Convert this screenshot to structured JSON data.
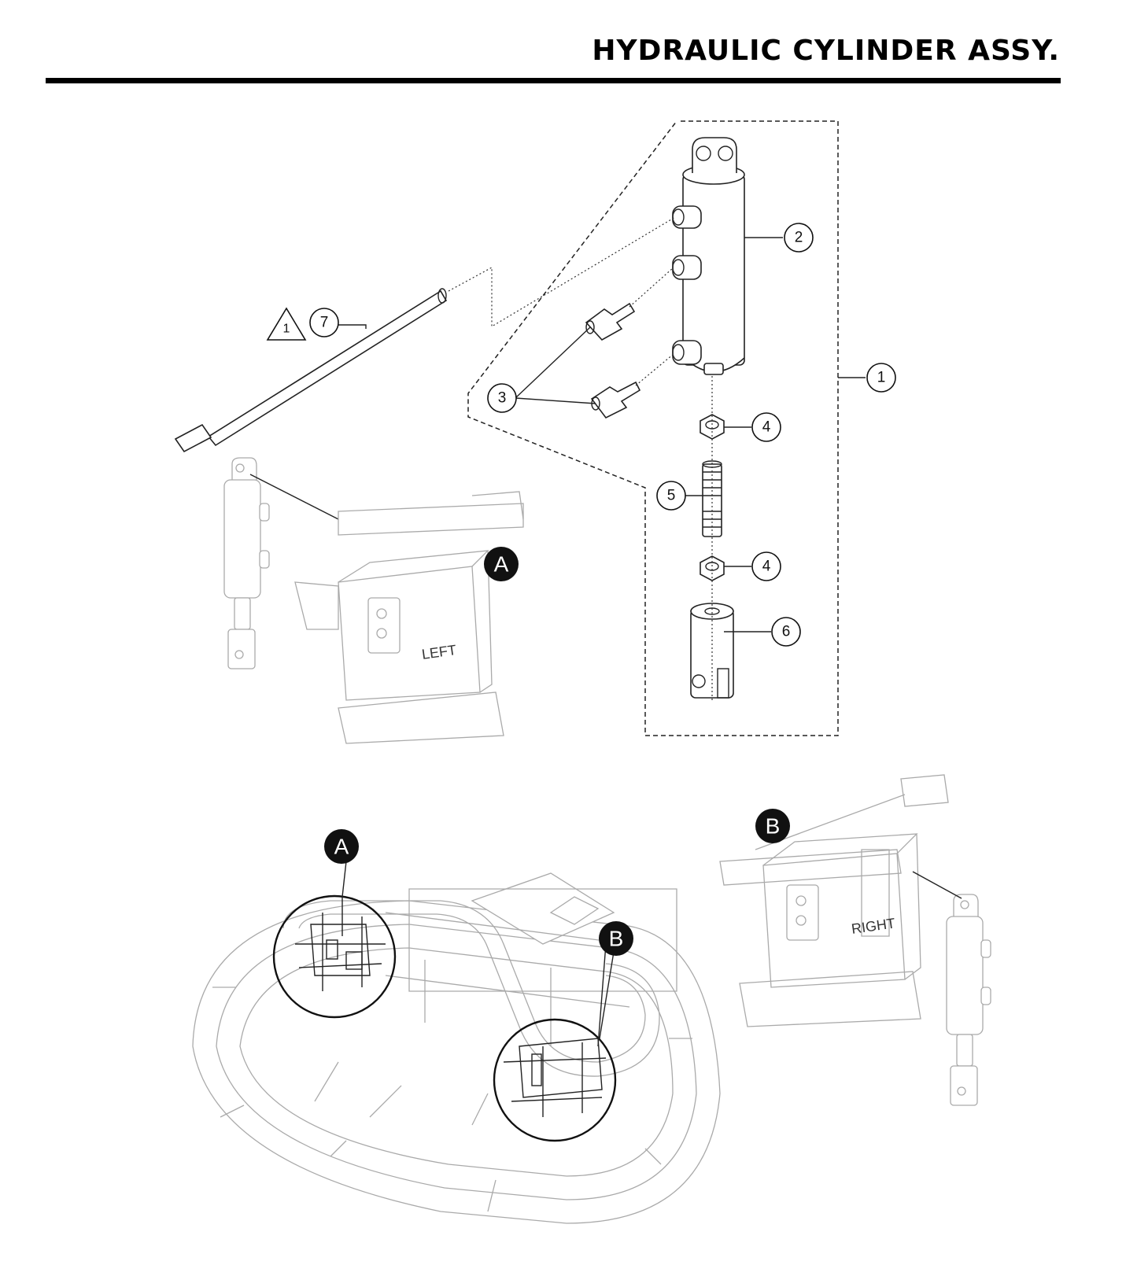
{
  "title": "HYDRAULIC CYLINDER ASSY.",
  "callouts": {
    "c1": "1",
    "c2": "2",
    "c3": "3",
    "c4a": "4",
    "c4b": "4",
    "c5": "5",
    "c6": "6",
    "c7": "7",
    "note": "1"
  },
  "detail_labels": {
    "a_top": "A",
    "a_bottom": "A",
    "b_right": "B",
    "b_bottom": "B"
  },
  "view_labels": {
    "left": "LEFT",
    "right": "RIGHT"
  }
}
